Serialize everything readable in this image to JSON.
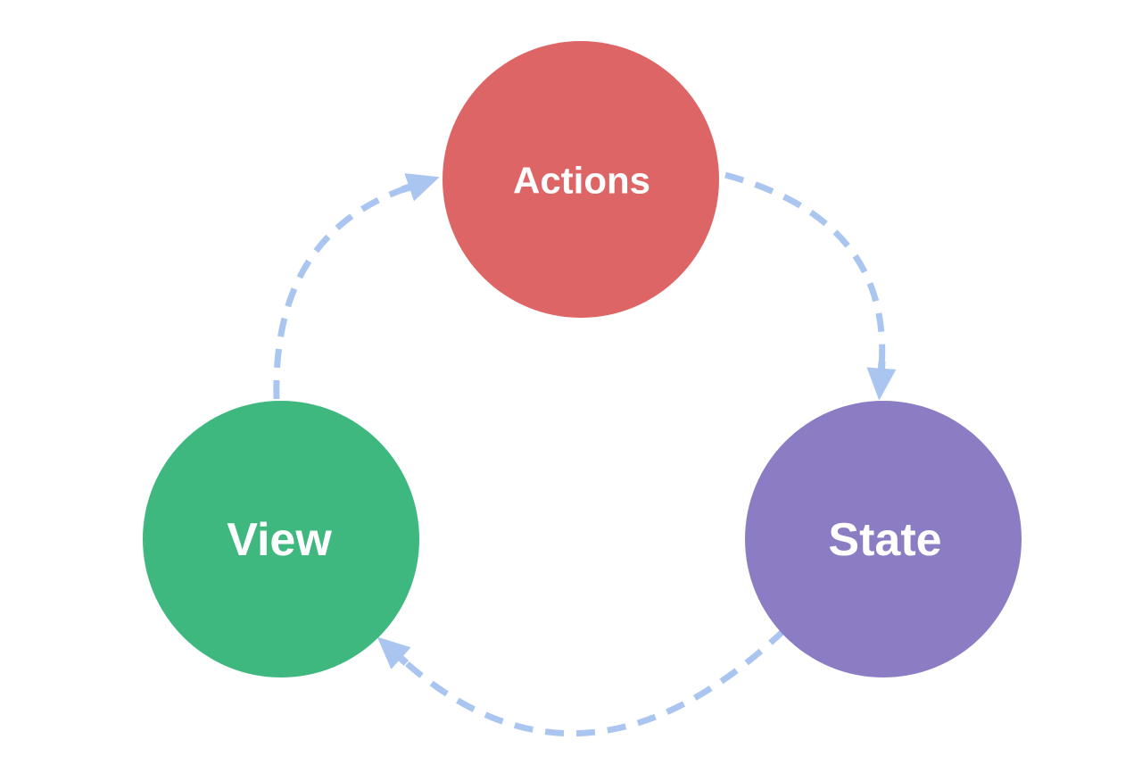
{
  "diagram": {
    "type": "cycle-diagram",
    "background": "#FFFFFF",
    "arrow_color": "#AAC6F0",
    "label_color": "#FFFFFF",
    "nodes": [
      {
        "id": "actions",
        "label": "Actions",
        "color": "#DD6565"
      },
      {
        "id": "state",
        "label": "State",
        "color": "#8C7CC3"
      },
      {
        "id": "view",
        "label": "View",
        "color": "#3EB87F"
      }
    ],
    "edges": [
      {
        "from": "actions",
        "to": "state",
        "style": "dashed-arrow"
      },
      {
        "from": "state",
        "to": "view",
        "style": "dashed-arrow"
      },
      {
        "from": "view",
        "to": "actions",
        "style": "dashed-arrow"
      }
    ]
  }
}
